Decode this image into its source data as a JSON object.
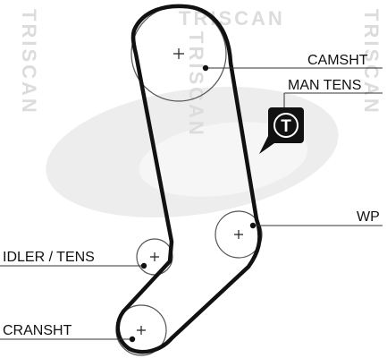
{
  "colors": {
    "belt": "#111111",
    "pulley_outline": "#444444",
    "leader": "#333333",
    "watermark": "#d8d8d8",
    "badge": "#111111",
    "badge_letter": "#ffffff"
  },
  "watermark": {
    "brand": "TRISCAN"
  },
  "labels": {
    "camsht": "CAMSHT",
    "man_tens": "MAN TENS",
    "wp": "WP",
    "idler_tens": "IDLER / TENS",
    "cransht": "CRANSHT"
  },
  "badge": {
    "letter": "T",
    "icon": "tensioner-badge-icon"
  }
}
